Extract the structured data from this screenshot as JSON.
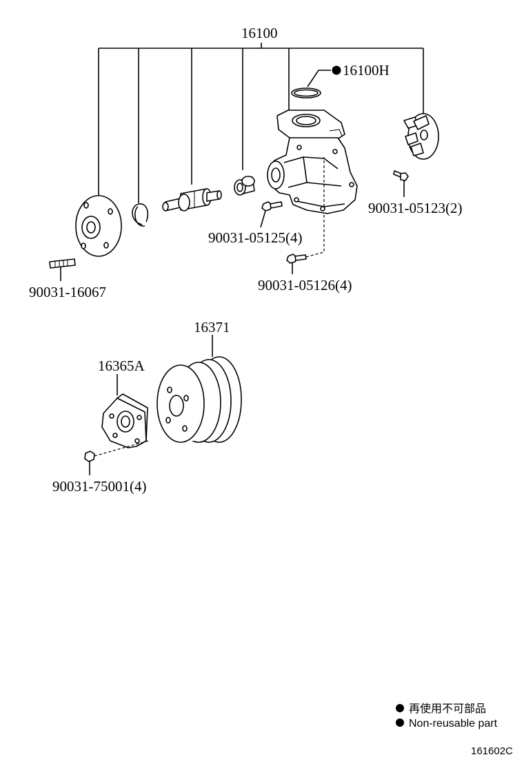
{
  "diagram": {
    "parts": {
      "p16100": "16100",
      "p16100H": "16100H",
      "p90031_05123": "90031-05123(2)",
      "p90031_05125": "90031-05125(4)",
      "p90031_16067": "90031-16067",
      "p90031_05126": "90031-05126(4)",
      "p16371": "16371",
      "p16365A": "16365A",
      "p90031_75001": "90031-75001(4)"
    },
    "legend": {
      "jp": "再使用不可部品",
      "en": "Non-reusable part"
    },
    "diagram_code": "161602C"
  }
}
